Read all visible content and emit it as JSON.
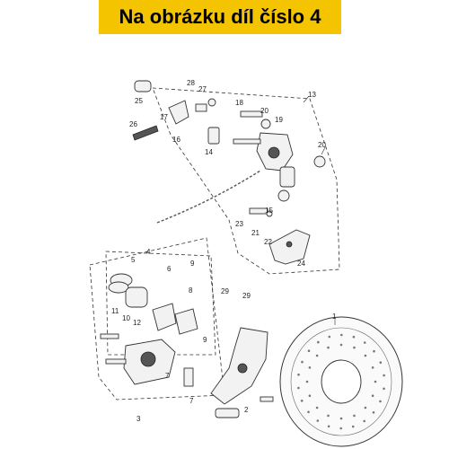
{
  "banner": {
    "title": "Na obrázku díl číslo 4"
  },
  "colors": {
    "banner_bg": "#f5c400",
    "banner_text": "#000000"
  },
  "part_numbers": {
    "p1": "1",
    "p2": "2",
    "p3": "3",
    "p4": "4",
    "p5": "5",
    "p6": "6",
    "p7a": "7",
    "p7b": "7",
    "p8": "8",
    "p9a": "9",
    "p9b": "9",
    "p10": "10",
    "p11": "11",
    "p12": "12",
    "p13": "13",
    "p14": "14",
    "p15": "15",
    "p16": "16",
    "p17": "17",
    "p18": "18",
    "p19": "19",
    "p20a": "20",
    "p20b": "20",
    "p21": "21",
    "p22": "22",
    "p23": "23",
    "p24": "24",
    "p25": "25",
    "p26": "26",
    "p27": "27",
    "p28": "28",
    "p29a": "29",
    "p29b": "29"
  }
}
